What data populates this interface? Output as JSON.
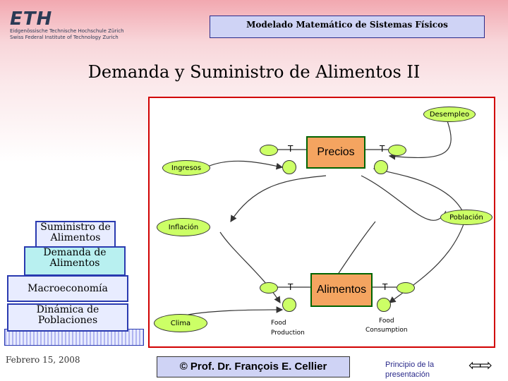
{
  "header": {
    "logo": "ETH",
    "logo_sub1": "Eidgenössische Technische Hochschule Zürich",
    "logo_sub2": "Swiss Federal Institute of Technology Zurich",
    "course_title": "Modelado Matemático de Sistemas Físicos"
  },
  "slide_title": "Demanda y Suministro de Alimentos II",
  "diagram": {
    "nodes": {
      "desempleo": "Desempleo",
      "ingresos": "Ingresos",
      "precios": "Precios",
      "poblacion": "Población",
      "inflacion": "Inflación",
      "alimentos": "Alimentos",
      "clima": "Clima"
    },
    "flow_labels": {
      "food_production": "Food\nProduction",
      "food_consumption": "Food\nConsumption"
    }
  },
  "stack": [
    "Suministro de Alimentos",
    "Demanda de Alimentos",
    "Macroeconomía",
    "Dinámica de Poblaciones"
  ],
  "footer": {
    "date": "Febrero 15, 2008",
    "copyright": "© Prof. Dr. François E. Cellier",
    "home_link": "Principio de la presentación",
    "nav": "⇦⇨"
  },
  "colors": {
    "stock": "#f4a460",
    "variable": "#ccff66",
    "frame": "#d10000"
  }
}
